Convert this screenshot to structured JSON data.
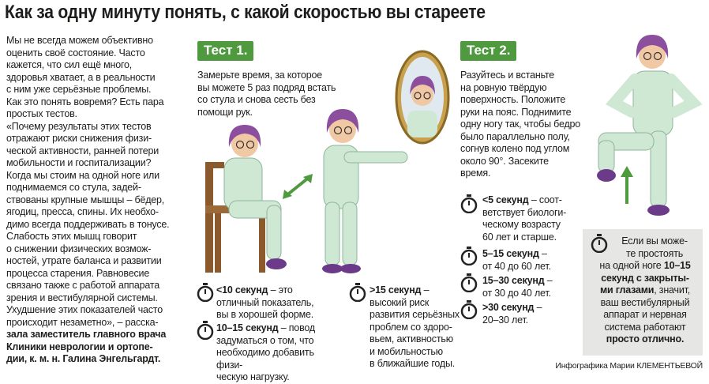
{
  "title": "Как за одну минуту понять, с какой скоростью вы стареете",
  "intro": [
    "Мы не всегда можем объективно",
    "оценить своё состояние. Часто",
    "кажется, что сил ещё много,",
    "здоровья хватает, а в реальности",
    "с ним уже серьёзные проблемы.",
    "Как это понять вовремя? Есть пара",
    "простых тестов.",
    "«Почему результаты этих тестов",
    "отражают риски снижения физи-",
    "ческой активности, ранней потери",
    "мобильности и госпитализации?",
    "Когда мы стоим на одной ноге или",
    "поднимаемся со стула, задей-",
    "ствованы крупные мышцы – бёдер,",
    "ягодиц, пресса, спины. Их необхо-",
    "димо всегда поддерживать в тонусе.",
    "Слабость этих мышц говорит",
    "о снижении физических возмож-",
    "ностей, утрате баланса и развитии",
    "процесса старения. Равновесие",
    "связано также с работой аппарата",
    "зрения и вестибулярной системы.",
    "Ухудшение этих показателей часто",
    "происходит незаметно», – расска-"
  ],
  "intro_bold": [
    "зала заместитель главного врача",
    "Клиники неврологии и ортопе-",
    "дии, к. м. н. Галина Энгельгардт."
  ],
  "test1": {
    "tag": "Тест 1.",
    "desc": [
      "Замерьте время, за которое",
      "вы можете 5 раз подряд встать",
      "со стула и снова сесть без",
      "помощи рук."
    ],
    "r1_bold": "<10 секунд",
    "r1_lines": [
      "– это",
      "отличный показатель,",
      "вы в хорошей форме."
    ],
    "r2_bold": "10–15 секунд",
    "r2_lines": [
      "– повод",
      "задуматься о том, что",
      "необходимо добавить физи-",
      "ческую нагрузку."
    ],
    "r3_bold": ">15 секунд",
    "r3_lines": [
      "–",
      "высокий риск",
      "развития серьёзных",
      "проблем со здоро-",
      "вьем, активностью",
      "и мобильностью",
      "в ближайшие годы."
    ]
  },
  "test2": {
    "tag": "Тест 2.",
    "desc": [
      "Разуйтесь и встаньте",
      "на ровную твёрдую",
      "поверхность. Положите",
      "руки на пояс. Поднимите",
      "одну ногу так, чтобы бедро",
      "было параллельно полу,",
      "согнув колено под углом",
      "около 90°. Засеките",
      "время."
    ],
    "r1_bold": "<5 секунд",
    "r1_lines": [
      "– соот-",
      "ветствует биологи-",
      "ческому возрасту",
      "60 лет и старше."
    ],
    "r2_bold": "5–15 секунд",
    "r2_lines": [
      "–",
      "от 40 до 60 лет."
    ],
    "r3_bold": "15–30 секунд",
    "r3_lines": [
      "–",
      "от 30 до 40 лет."
    ],
    "r4_bold": ">30 секунд",
    "r4_lines": [
      "–",
      "20–30 лет."
    ],
    "box": {
      "l1": "Если вы може-",
      "l2": "те простоять",
      "l3": "на одной ноге",
      "b1": "10–15",
      "b2": "секунд с закрыты-",
      "b3": "ми глазами",
      "l4": ", значит,",
      "l5": "ваш вестибулярный",
      "l6": "аппарат и нервная",
      "l7": "система работают",
      "b4": "просто отлично."
    }
  },
  "credit": "Инфографика Марии КЛЕМЕНТЬЕВОЙ",
  "colors": {
    "green": "#4f9a3f",
    "suit": "#cfe8d4",
    "hair": "#8b4f9e",
    "shoe": "#6b3b8a",
    "chair": "#8a5a2c"
  }
}
